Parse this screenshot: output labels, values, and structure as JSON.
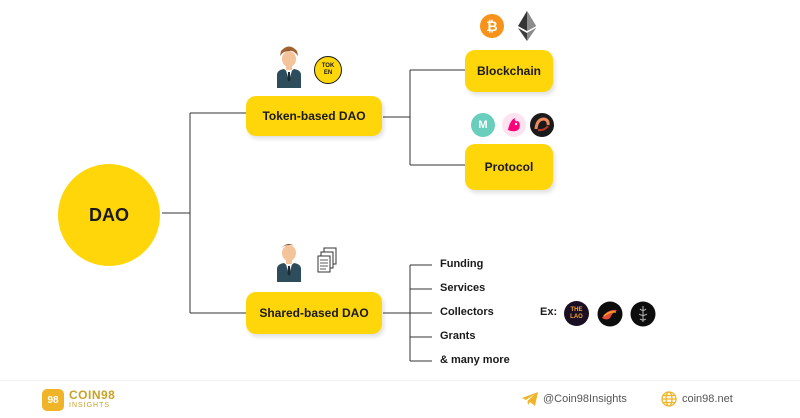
{
  "root": {
    "label": "DAO"
  },
  "branches": {
    "token": {
      "label": "Token-based DAO",
      "coin_text": "TOK EN"
    },
    "shared": {
      "label": "Shared-based DAO"
    }
  },
  "token_children": [
    {
      "label": "Blockchain"
    },
    {
      "label": "Protocol"
    }
  ],
  "shared_children": [
    "Funding",
    "Services",
    "Collectors",
    "Grants",
    "& many more"
  ],
  "examples_label": "Ex:",
  "example_badges": [
    {
      "text": "THE LAO",
      "color": "#1a0f24"
    },
    {
      "text": "",
      "color": "#0d0d0d"
    },
    {
      "text": "",
      "color": "#0d0d0d"
    }
  ],
  "footer": {
    "brand_name": "COIN98",
    "brand_sub": "INSIGHTS",
    "brand_mark": "98",
    "telegram": "@Coin98Insights",
    "website": "coin98.net"
  },
  "colors": {
    "accent": "#FFD60A",
    "bitcoin": "#F7931A",
    "maker": "#6ACEBC",
    "uniswap": "#FF007A",
    "brand": "#F0B429"
  },
  "icons": [
    "person-icon",
    "token-coin-icon",
    "bitcoin-icon",
    "ethereum-icon",
    "maker-icon",
    "uniswap-icon",
    "aave-icon",
    "documents-icon",
    "telegram-icon",
    "globe-icon"
  ]
}
